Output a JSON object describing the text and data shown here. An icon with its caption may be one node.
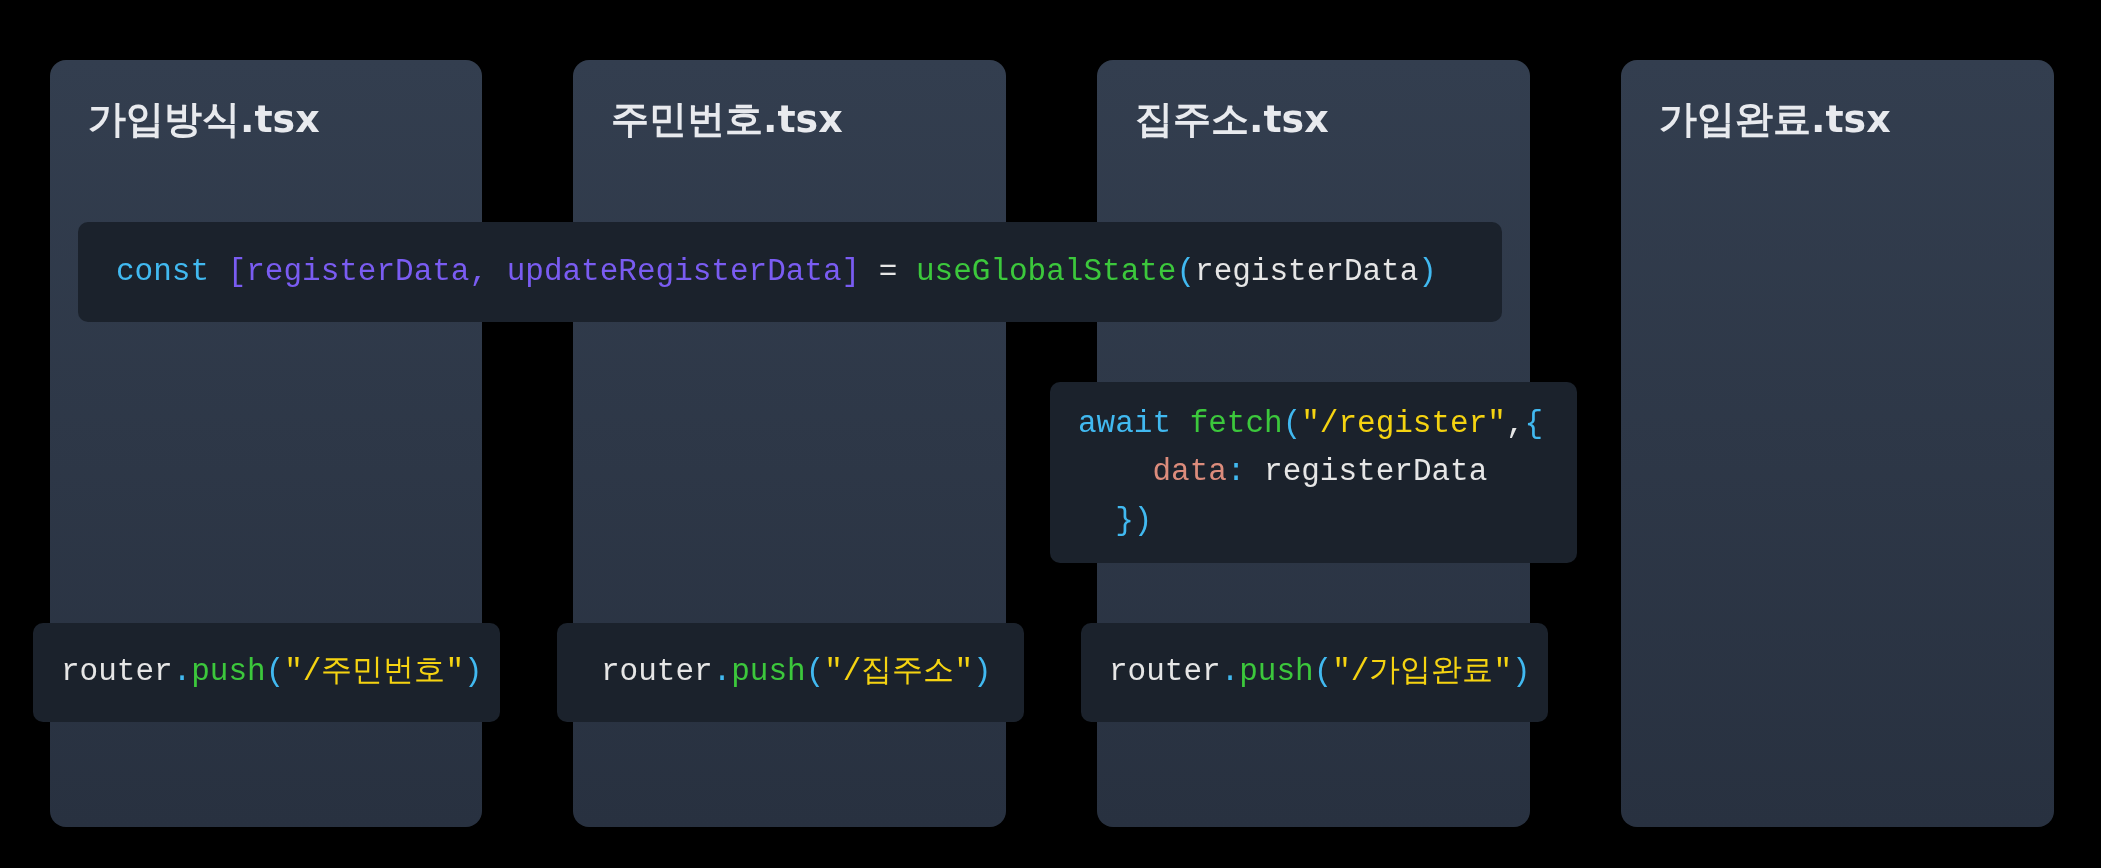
{
  "diagram": {
    "nodes": [
      {
        "text": [
          "가입방식.tsx"
        ]
      },
      {
        "text": [
          "주민번호.tsx"
        ]
      },
      {
        "text": [
          "집주소.tsx"
        ]
      },
      {
        "text": [
          "가입완료.tsx"
        ]
      },
      {
        "text": [
          "const [registerData, updateRegisterData] = useGlobalState(registerData)"
        ]
      },
      {
        "text": [
          "await fetch(\"/register\",{ data: registerData })"
        ]
      },
      {
        "text": [
          "router.push(\"/주민번호\")"
        ]
      },
      {
        "text": [
          "router.push(\"/집주소\")"
        ]
      },
      {
        "text": [
          "router.push(\"/가입완료\")"
        ]
      }
    ],
    "edges": []
  }
}
